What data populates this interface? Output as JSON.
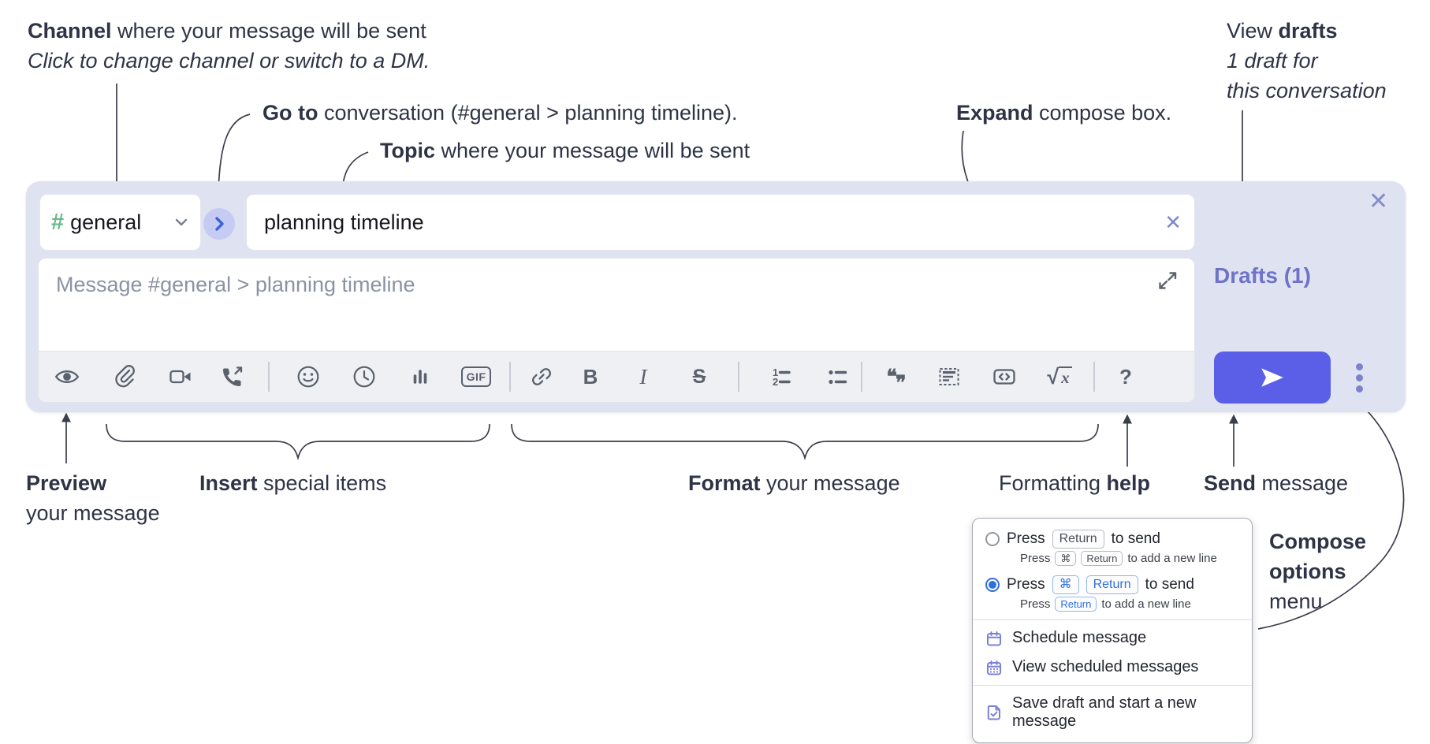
{
  "colors": {
    "accent_send": "#5b5fe8",
    "panel_background": "#dfe2f1",
    "drafts_link": "#6e73c8",
    "channel_hash_green": "#68b98a",
    "keycap_blue": "#2e6fe0",
    "annotation_text": "#2e3345"
  },
  "annotations": {
    "channel": {
      "bold": "Channel",
      "rest": " where your message will be sent",
      "sub": "Click to change channel or switch to a DM."
    },
    "goto": {
      "bold": "Go to",
      "rest": " conversation (#general > planning timeline)."
    },
    "topic": {
      "bold": "Topic",
      "rest": " where your message will be sent"
    },
    "expand": {
      "bold": "Expand",
      "rest": " compose box."
    },
    "view_drafts": {
      "pre": "View ",
      "bold": "drafts",
      "line2": "1 draft for",
      "line3": "this conversation"
    },
    "preview": {
      "bold": "Preview",
      "line2": "your message"
    },
    "insert": {
      "bold": "Insert",
      "rest": " special items"
    },
    "format": {
      "bold": "Format",
      "rest": " your message"
    },
    "formatting_help": {
      "pre": "Formatting ",
      "bold": "help"
    },
    "send": {
      "bold": "Send",
      "rest": " message"
    },
    "compose_options": {
      "line1": "Compose",
      "line2": "options",
      "line3": "menu"
    }
  },
  "compose": {
    "channel": {
      "hash": "#",
      "name": "general"
    },
    "topic_value": "planning timeline",
    "clear_icon": "✕",
    "close_icon": "✕",
    "message_placeholder": "Message #general > planning timeline",
    "drafts_link": "Drafts (1)",
    "toolbar_labels": {
      "gif": "GIF",
      "bold": "B",
      "italic": "I",
      "strike": "S",
      "quote_open": "❝",
      "quote_close": "❞",
      "sqrt_radical": "√",
      "sqrt_var": "x",
      "help": "?"
    },
    "toolbar_icons": [
      "preview",
      "attach-file",
      "video-call",
      "voice-call",
      "emoji",
      "time",
      "poll",
      "gif",
      "link",
      "bold",
      "italic",
      "strikethrough",
      "numbered-list",
      "bulleted-list",
      "quote",
      "spoiler",
      "code",
      "math",
      "help"
    ]
  },
  "popup": {
    "options": [
      {
        "selected": false,
        "pre": "Press",
        "key": "Return",
        "post": "to send",
        "sub": {
          "pre": "Press",
          "key1": "⌘",
          "key2": "Return",
          "post": "to add a new line"
        }
      },
      {
        "selected": true,
        "pre": "Press",
        "key1": "⌘",
        "key2": "Return",
        "post": "to send",
        "sub": {
          "pre": "Press",
          "key": "Return",
          "post": "to add a new line"
        }
      }
    ],
    "items": [
      {
        "icon": "calendar-icon",
        "label": "Schedule message"
      },
      {
        "icon": "calendar-list-icon",
        "label": "View scheduled messages"
      },
      {
        "icon": "save-draft-icon",
        "label": "Save draft and start a new message"
      }
    ]
  }
}
